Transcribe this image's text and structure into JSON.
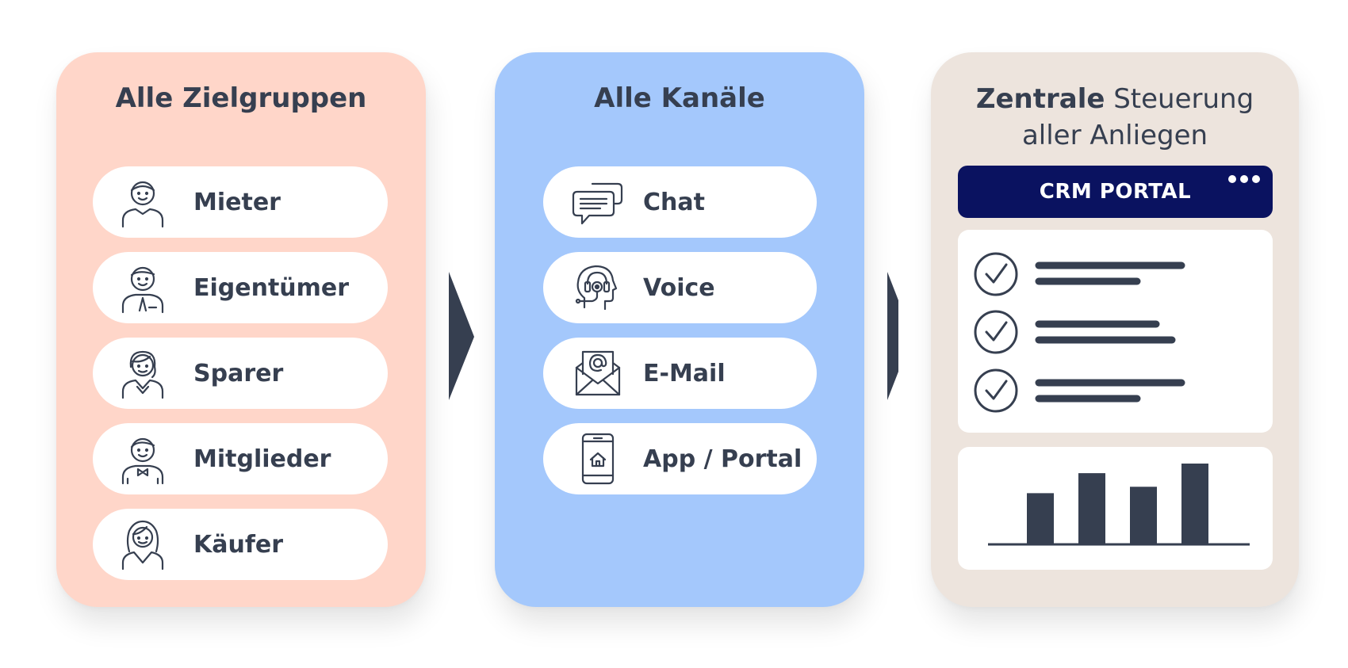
{
  "zielgruppen": {
    "title": "Alle Zielgruppen",
    "items": [
      {
        "label": "Mieter",
        "icon": "person-icon"
      },
      {
        "label": "Eigentümer",
        "icon": "person-tie-icon"
      },
      {
        "label": "Sparer",
        "icon": "woman-icon"
      },
      {
        "label": "Mitglieder",
        "icon": "person-bowtie-icon"
      },
      {
        "label": "Käufer",
        "icon": "woman-long-hair-icon"
      }
    ]
  },
  "kanaele": {
    "title": "Alle Kanäle",
    "items": [
      {
        "label": "Chat",
        "icon": "chat-bubbles-icon"
      },
      {
        "label": "Voice",
        "icon": "headset-icon"
      },
      {
        "label": "E-Mail",
        "icon": "envelope-at-icon"
      },
      {
        "label": "App / Portal",
        "icon": "smartphone-home-icon"
      }
    ]
  },
  "steuerung": {
    "title_bold": "Zentrale",
    "title_rest": " Steuerung",
    "title_line2": "aller Anliegen",
    "crm_title": "CRM PORTAL",
    "checklist_count": 3,
    "chart_data": {
      "type": "bar",
      "values": [
        0.63,
        0.88,
        0.71,
        1.0
      ]
    }
  },
  "colors": {
    "zielgruppen_bg": "#ffd6c9",
    "kanaele_bg": "#a4c8fc",
    "steuerung_bg": "#ede4dd",
    "crm_header": "#0a1260",
    "ink": "#363f50"
  }
}
